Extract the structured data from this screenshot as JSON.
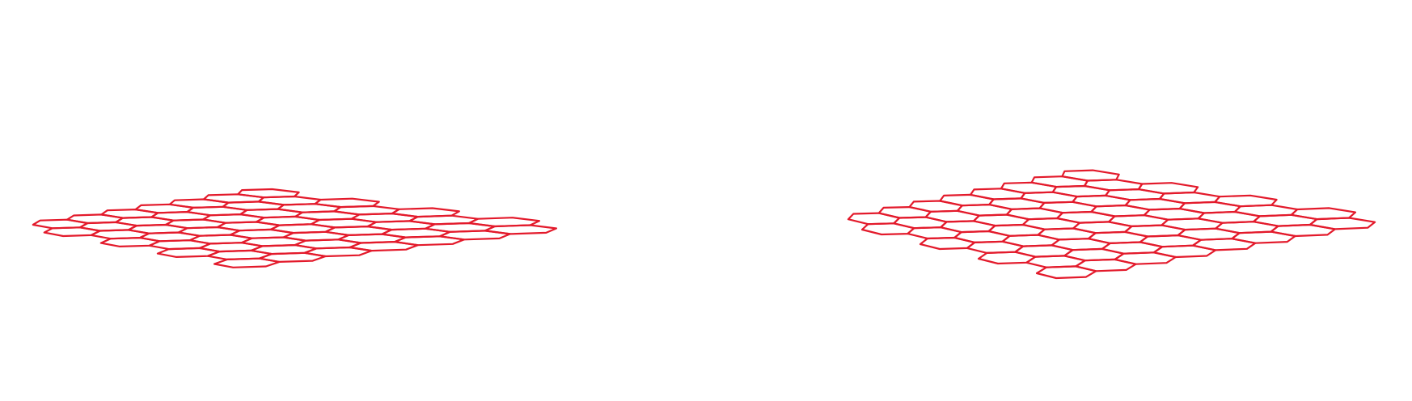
{
  "figure": {
    "background": "#ffffff",
    "line_color": "#e31a2b",
    "panels": [
      {
        "name": "graphene-sheet-left",
        "hex_rows": 7,
        "hex_cols": 8
      },
      {
        "name": "graphene-sheet-right",
        "hex_rows": 8,
        "hex_cols": 8
      }
    ]
  }
}
